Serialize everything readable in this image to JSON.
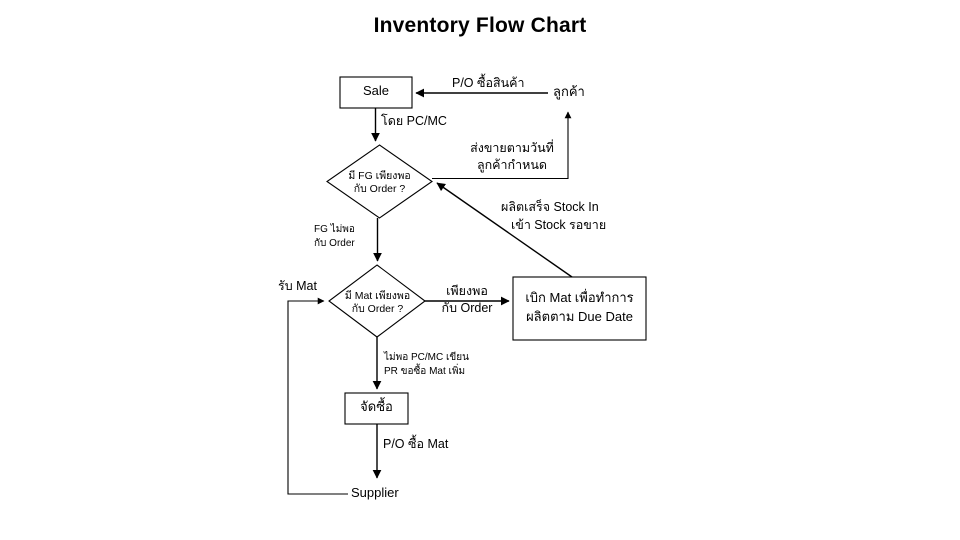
{
  "title": "Inventory Flow Chart",
  "diagram": {
    "type": "flowchart",
    "nodes": {
      "sale": {
        "label": "Sale",
        "shape": "rectangle"
      },
      "fg_decision": {
        "line1": "มี FG เพียงพอ",
        "line2": "กับ Order ?",
        "shape": "diamond"
      },
      "mat_decision": {
        "line1": "มี Mat เพียงพอ",
        "line2": "กับ Order ?",
        "shape": "diamond"
      },
      "production": {
        "line1": "เบิก Mat เพื่อทำการ",
        "line2": "ผลิตตาม Due Date",
        "shape": "rectangle"
      },
      "purchase": {
        "label": "จัดซื้อ",
        "shape": "rectangle"
      },
      "customer": {
        "label": "ลูกค้า",
        "shape": "text"
      },
      "supplier": {
        "label": "Supplier",
        "shape": "text"
      }
    },
    "edges": {
      "customer_to_sale": {
        "label": "P/O ซื้อสินค้า"
      },
      "sale_to_fg": {
        "label": "โดย PC/MC"
      },
      "fg_to_customer": {
        "line1": "ส่งขายตามวันที่",
        "line2": "ลูกค้ากำหนด"
      },
      "production_to_fg": {
        "line1": "ผลิตเสร็จ  Stock In",
        "line2": "เข้า Stock รอขาย"
      },
      "fg_no": {
        "line1": "FG  ไม่พอ",
        "line2": "กับ Order"
      },
      "mat_yes": {
        "line1": "เพียงพอ",
        "line2": "กับ Order"
      },
      "mat_no": {
        "line1": "ไม่พอ PC/MC  เขียน",
        "line2": "PR  ขอซื้อ Mat เพิ่ม"
      },
      "purchase_to_supplier": {
        "label": "P/O ซื้อ Mat"
      },
      "supplier_to_mat": {
        "label": "รับ Mat"
      }
    },
    "colors": {
      "stroke": "#000000",
      "fill": "#ffffff",
      "text": "#000000",
      "background": "#ffffff"
    }
  }
}
